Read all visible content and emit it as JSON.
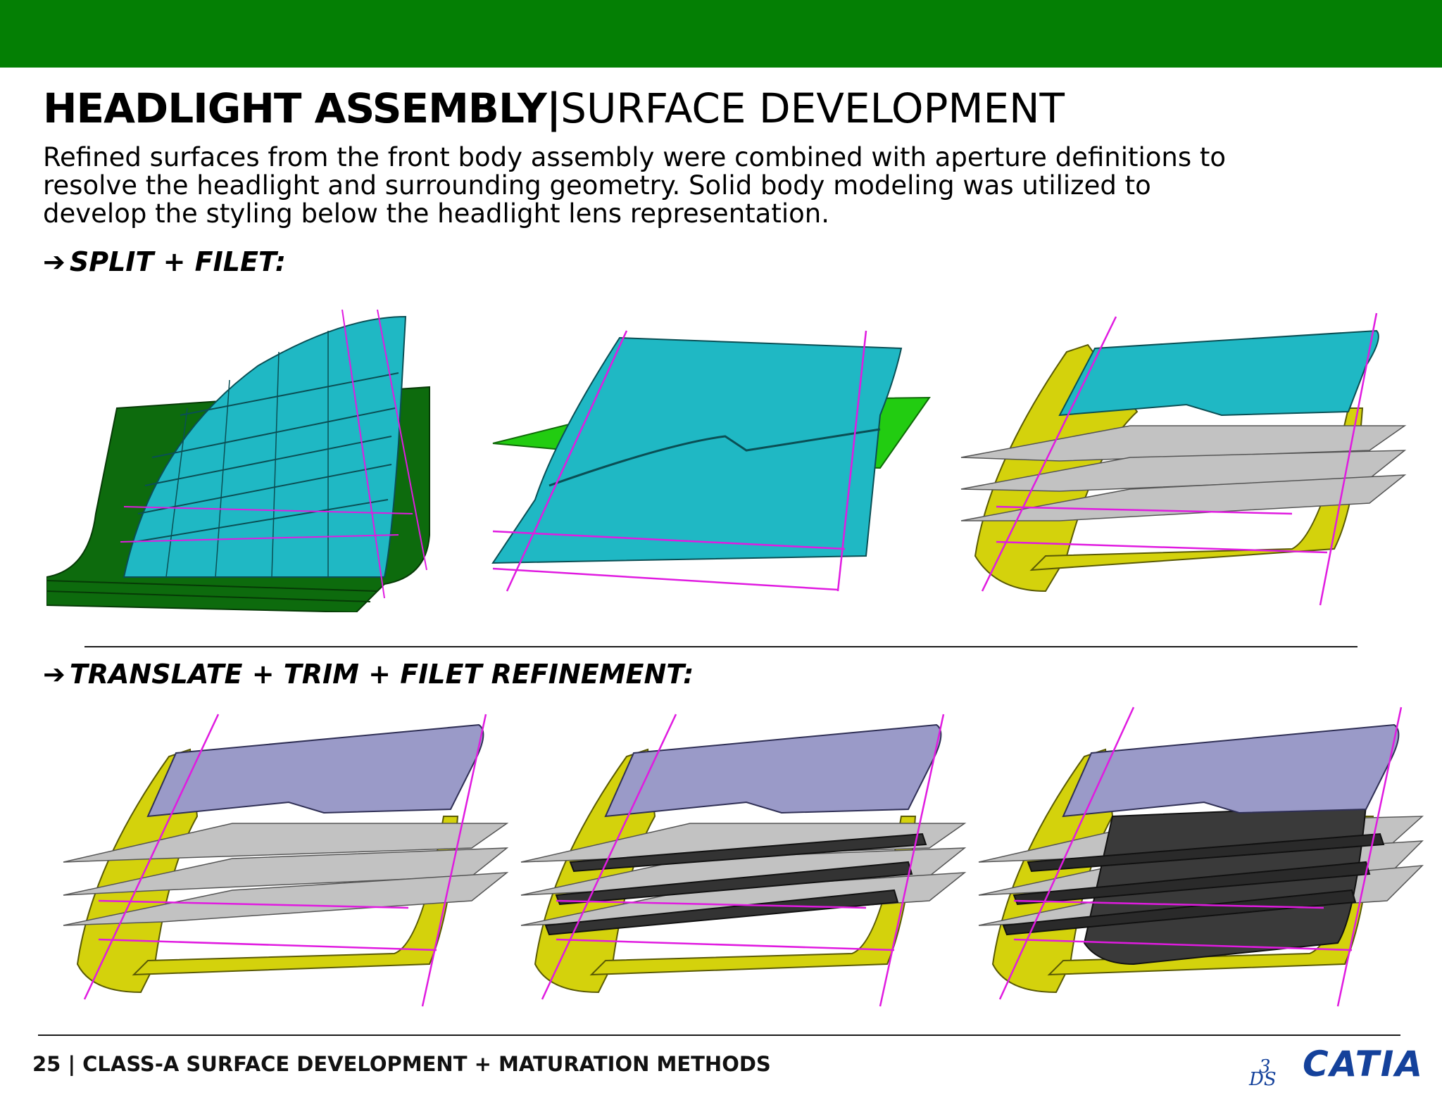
{
  "header": {
    "title_bold": "HEADLIGHT ASSEMBLY",
    "title_separator": "|",
    "title_light": "SURFACE DEVELOPMENT",
    "description": "Refined surfaces from the front body assembly were combined with aperture definitions to resolve the headlight and surrounding geometry. Solid body modeling was utilized to develop the styling below the headlight lens representation."
  },
  "sections": [
    {
      "arrow": "➔",
      "label": "SPLIT + FILET:"
    },
    {
      "arrow": "➔",
      "label": "TRANSLATE + TRIM + FILET REFINEMENT:"
    }
  ],
  "footer": {
    "text": "25 | CLASS-A SURFACE DEVELOPMENT + MATURATION METHODS"
  },
  "logo": {
    "mark": "3DS",
    "text": "CATIA"
  },
  "colors": {
    "header_bar": "#047f04",
    "cyan_surface": "#1fb8c4",
    "dark_green_body": "#0d6b0d",
    "bright_green_plane": "#22cc11",
    "yellow_bezel": "#d4d20c",
    "gray_plane": "#c2c2c2",
    "lavender_lens": "#9a9ac8",
    "dark_insert": "#3a3a3a",
    "magenta_curve": "#e01be0",
    "logo_blue": "#14419b"
  }
}
